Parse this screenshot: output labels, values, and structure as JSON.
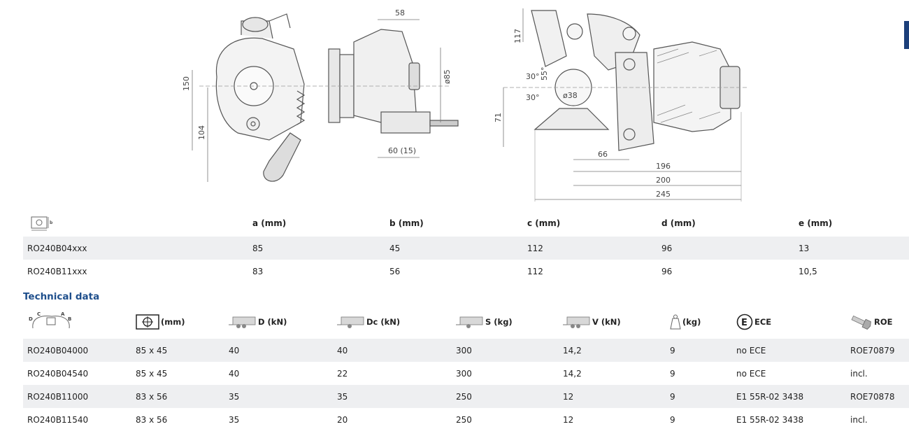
{
  "drawing_left": {
    "dim_58": "58",
    "dim_150": "150",
    "dim_104": "104",
    "dim_d85": "ø85",
    "dim_60_15": "60 (15)"
  },
  "drawing_right": {
    "dim_117": "117",
    "dim_30_top": "30°",
    "dim_55": "55°",
    "dim_30_bottom": "30°",
    "dim_d38": "ø38",
    "dim_71": "71",
    "dim_66": "66",
    "dim_196": "196",
    "dim_200": "200",
    "dim_245": "245"
  },
  "dimensions_table": {
    "headers": [
      "a (mm)",
      "b (mm)",
      "c (mm)",
      "d (mm)",
      "e (mm)"
    ],
    "rows": [
      [
        "RO240B04xxx",
        "85",
        "45",
        "112",
        "96",
        "13"
      ],
      [
        "RO240B11xxx",
        "83",
        "56",
        "112",
        "96",
        "10,5"
      ]
    ]
  },
  "technical_data": {
    "title": "Technical data",
    "headers": [
      "(mm)",
      "D (kN)",
      "Dc (kN)",
      "S (kg)",
      "V (kN)",
      "(kg)",
      "ECE",
      "ROE"
    ],
    "rows": [
      [
        "RO240B04000",
        "85 x 45",
        "40",
        "40",
        "300",
        "14,2",
        "9",
        "no ECE",
        "ROE70879"
      ],
      [
        "RO240B04540",
        "85 x 45",
        "40",
        "22",
        "300",
        "14,2",
        "9",
        "no ECE",
        "incl."
      ],
      [
        "RO240B11000",
        "83 x 56",
        "35",
        "35",
        "250",
        "12",
        "9",
        "E1 55R-02 3438",
        "ROE70878"
      ],
      [
        "RO240B11540",
        "83 x 56",
        "35",
        "20",
        "250",
        "12",
        "9",
        "E1 55R-02 3438",
        "incl."
      ]
    ]
  },
  "icons": {
    "dims_header_icon": "coupling-dimension-icon",
    "tech_header_icon": "coupling-abcd-icon",
    "flange_icon": "flange-plate-icon",
    "trailer_icon": "trailer-icon",
    "weight_icon": "weight-icon",
    "ece_icon": "ece-mark-icon",
    "bolt_icon": "bolt-icon"
  },
  "colors": {
    "title_blue": "#1f4f8c",
    "accent": "#1c3f7a",
    "stripe": "#eeeff1"
  }
}
